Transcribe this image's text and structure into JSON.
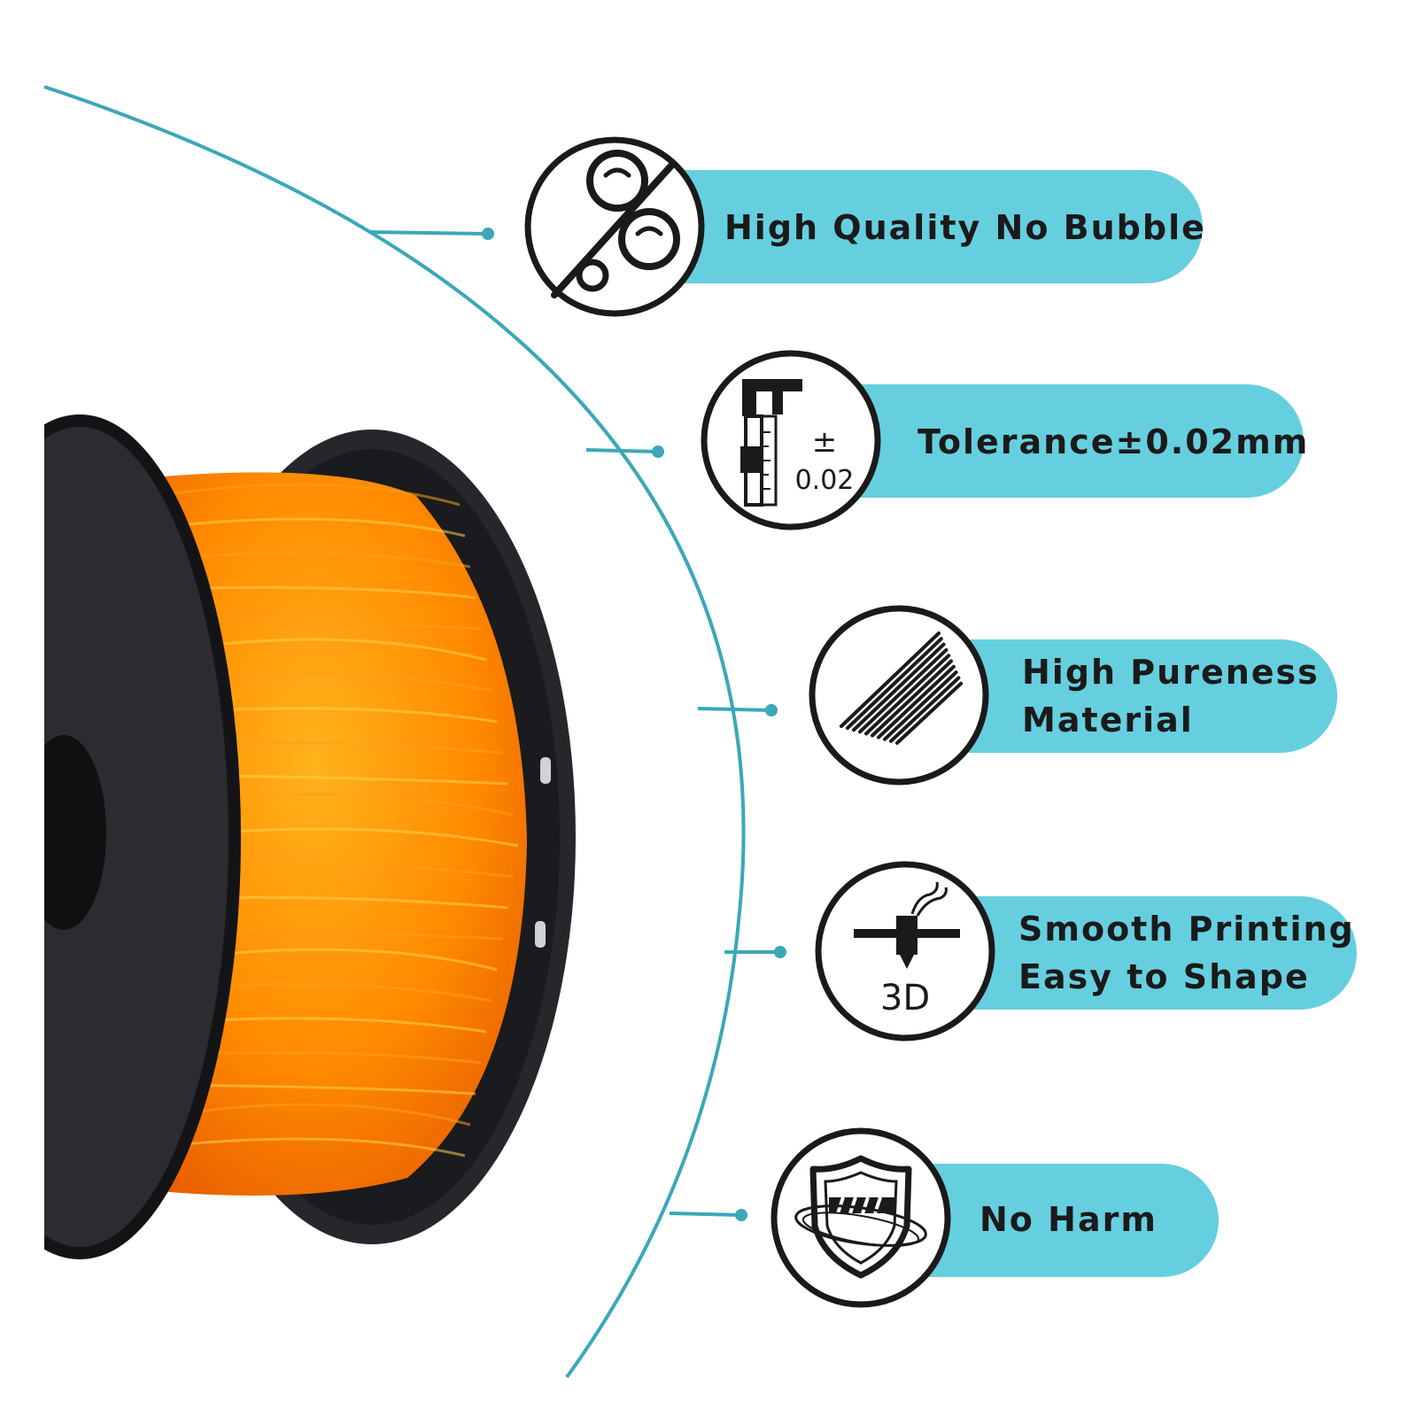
{
  "colors": {
    "accent": "#66cfdf",
    "curve": "#3aa8b8",
    "icon_stroke": "#1a1a1a",
    "filament": "#ff8a00",
    "spool": "#2b2c30"
  },
  "features": [
    {
      "icon": "no-bubble-icon",
      "lines": [
        "High Quality No Bubble"
      ]
    },
    {
      "icon": "caliper-tolerance-icon",
      "lines": [
        "Tolerance±0.02mm"
      ],
      "icon_text": {
        "plusminus": "±",
        "value": "0.02"
      }
    },
    {
      "icon": "filament-strands-icon",
      "lines": [
        "High Pureness",
        "Material"
      ]
    },
    {
      "icon": "3d-printer-nozzle-icon",
      "lines": [
        "Smooth Printing",
        "Easy to Shape"
      ],
      "icon_text": {
        "badge": "3D"
      }
    },
    {
      "icon": "shield-icon",
      "lines": [
        "No Harm"
      ]
    }
  ]
}
